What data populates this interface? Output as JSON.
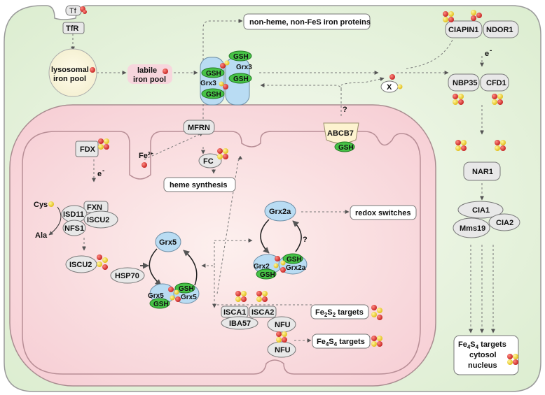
{
  "nodes": {
    "tf": "Tf",
    "tfr": "TfR",
    "lysosomal": [
      "lysosomal",
      "iron pool"
    ],
    "labile": [
      "labile",
      "iron pool"
    ],
    "nonheme": "non-heme, non-FeS iron proteins",
    "grx3_complex": {
      "gsh": "GSH",
      "grx3": "Grx3"
    },
    "x": "X",
    "ciapin1": "CIAPIN1",
    "ndor1": "NDOR1",
    "electron_top": "e",
    "nbp35": "NBP35",
    "cfd1": "CFD1",
    "nar1": "NAR1",
    "cia1": "CIA1",
    "mms19": "Mms19",
    "cia2": "CIA2",
    "mfrn": "MFRN",
    "abcb7": "ABCB7",
    "abcb7_gsh": "GSH",
    "question": "?",
    "fdx": "FDX",
    "fe2": "Fe",
    "fe2_sup": "2+",
    "electron_mito": "e",
    "fc": "FC",
    "heme": "heme synthesis",
    "cys": "Cys",
    "ala": "Ala",
    "isd11": "ISD11",
    "fxn": "FXN",
    "nfs1": "NFS1",
    "iscu2": "ISCU2",
    "iscu2_b": "ISCU2",
    "hsp70": "HSP70",
    "grx5": "Grx5",
    "grx5_complex": {
      "gsh": "GSH",
      "grx5": "Grx5"
    },
    "grx2a": "Grx2a",
    "redox": "redox switches",
    "grx2_complex": {
      "gsh": "GSH",
      "grx2": "Grx2",
      "grx2a": "Grx2a"
    },
    "isca1": "ISCA1",
    "isca2": "ISCA2",
    "iba57": "IBA57",
    "nfu": "NFU",
    "fe2s2_targets": [
      "Fe",
      "2",
      "S",
      "2",
      " targets"
    ],
    "fe4s4_targets": [
      "Fe",
      "4",
      "S",
      "4",
      " targets"
    ],
    "cyto_targets": {
      "line1": [
        "Fe",
        "4",
        "S",
        "4",
        " targets"
      ],
      "line2": "cytosol",
      "line3": "nucleus"
    }
  },
  "colors": {
    "cell_bg": "#eaf4e2",
    "mito_bg": "#fbe3e6",
    "iron": "#e33b3b",
    "sulfur": "#f2d633",
    "gsh": "#46c246",
    "grx_blue": "#b9dcf3",
    "labile_pink": "#f7d6dd"
  }
}
